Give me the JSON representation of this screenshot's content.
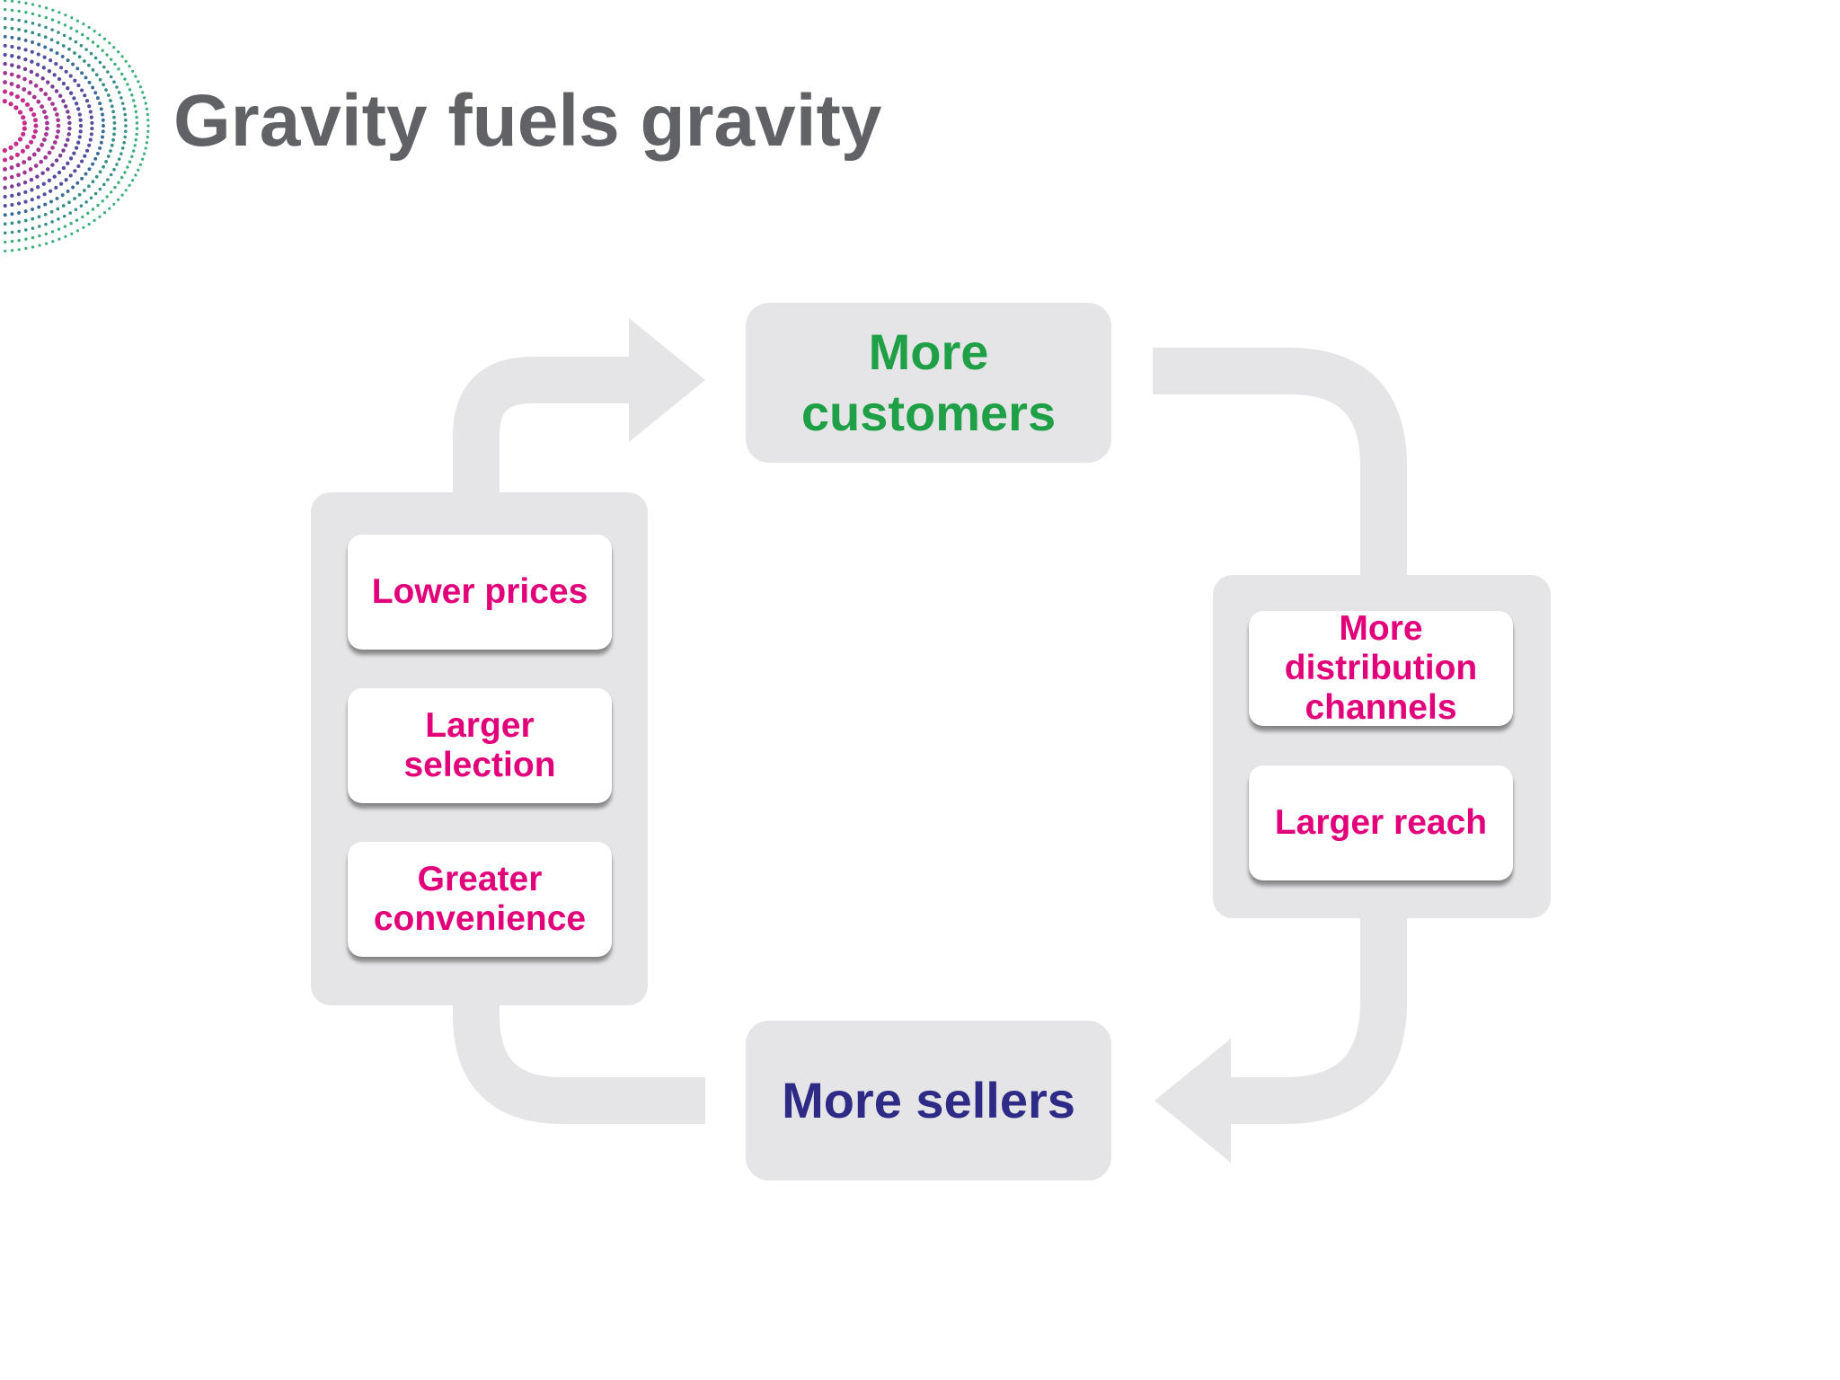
{
  "title": "Gravity fuels gravity",
  "colors": {
    "title": "#606266",
    "panel": "#e5e5e7",
    "customers_text": "#1fa046",
    "sellers_text": "#2e2b87",
    "card_text": "#e2007a"
  },
  "cycle": {
    "top_node": "More customers",
    "bottom_node": "More sellers",
    "left_group": {
      "items": [
        "Lower prices",
        "Larger selection",
        "Greater convenience"
      ]
    },
    "right_group": {
      "items": [
        "More distribution channels",
        "Larger reach"
      ]
    }
  }
}
